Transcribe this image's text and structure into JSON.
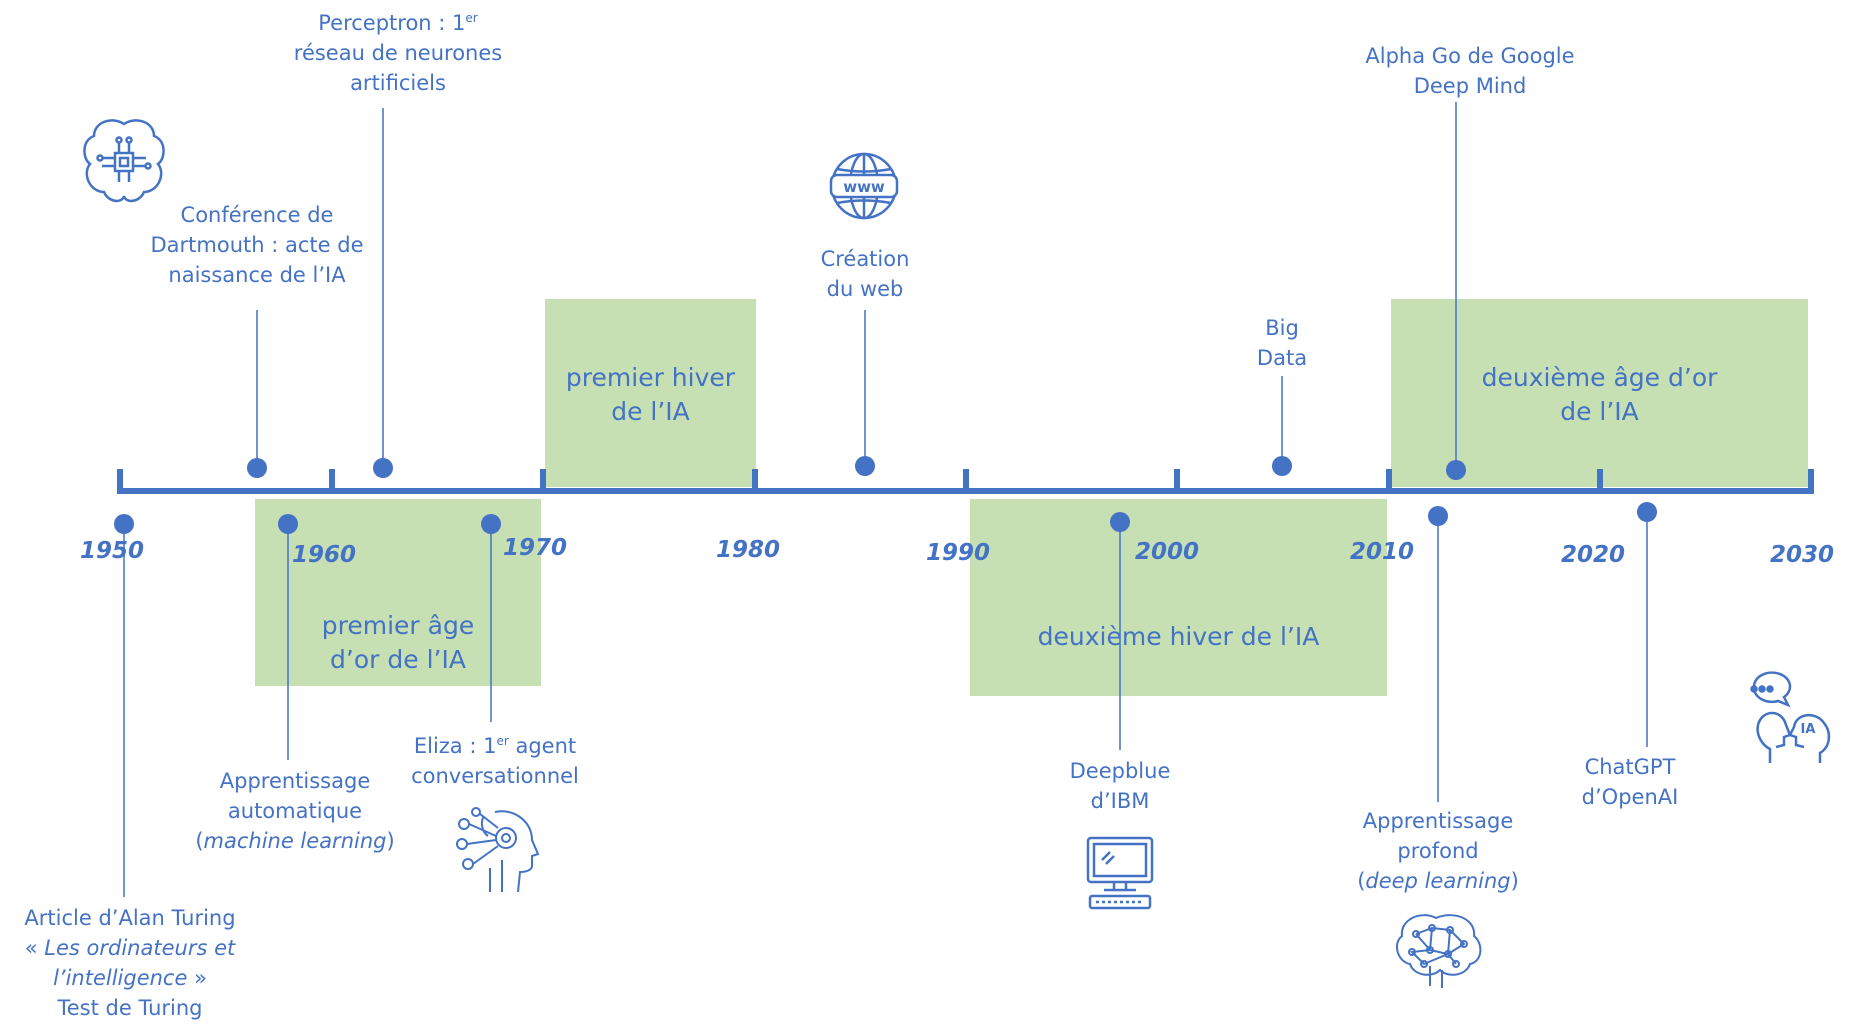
{
  "colors": {
    "axis": "#4472c4",
    "text": "#4472c4",
    "band": "#c6e0b4"
  },
  "years": [
    "1950",
    "1960",
    "1970",
    "1980",
    "1990",
    "2000",
    "2010",
    "2020",
    "2030"
  ],
  "bands": [
    {
      "lines": [
        "premier hiver",
        "de l’IA"
      ]
    },
    {
      "lines": [
        "premier âge",
        "d’or de l’IA"
      ]
    },
    {
      "lines": [
        "deuxième hiver de l’IA"
      ]
    },
    {
      "lines": [
        "deuxième âge d’or",
        "de l’IA"
      ]
    }
  ],
  "events": {
    "dartmouth": {
      "lines": [
        "Conférence de",
        "Dartmouth : acte de",
        "naissance de l’IA"
      ]
    },
    "perceptron": {
      "line1_main": "Perceptron : 1",
      "line1_sup": "er",
      "line2": "réseau de neurones",
      "line3": "artificiels"
    },
    "web": {
      "lines": [
        "Création",
        "du web"
      ]
    },
    "bigdata": {
      "lines": [
        "Big",
        "Data"
      ]
    },
    "alphago": {
      "lines": [
        "Alpha Go de Google",
        "Deep Mind"
      ]
    },
    "turing": {
      "line1": "Article d’Alan Turing",
      "line2_prefix": "« ",
      "line2_italic": "Les ordinateurs et",
      "line3_italic": "l’intelligence",
      "line3_suffix": " »",
      "line4": "Test de Turing"
    },
    "ml": {
      "line1": "Apprentissage",
      "line2": "automatique",
      "line3_prefix": "(",
      "line3_italic": "machine learning",
      "line3_suffix": ")"
    },
    "eliza": {
      "line1_main": "Eliza : 1",
      "line1_sup": "er",
      "line1_rest": " agent",
      "line2": "conversationnel"
    },
    "deepblue": {
      "lines": [
        "Deepblue",
        "d’IBM"
      ]
    },
    "deeplearning": {
      "line1": "Apprentissage",
      "line2": "profond",
      "line3_prefix": "(",
      "line3_italic": "deep learning",
      "line3_suffix": ")"
    },
    "chatgpt": {
      "lines": [
        "ChatGPT",
        "d’OpenAI"
      ]
    }
  },
  "icons": [
    "brain-chip-icon",
    "www-globe-icon",
    "ai-head-gears-icon",
    "computer-monitor-icon",
    "neural-brain-icon",
    "ia-chat-heads-icon"
  ]
}
